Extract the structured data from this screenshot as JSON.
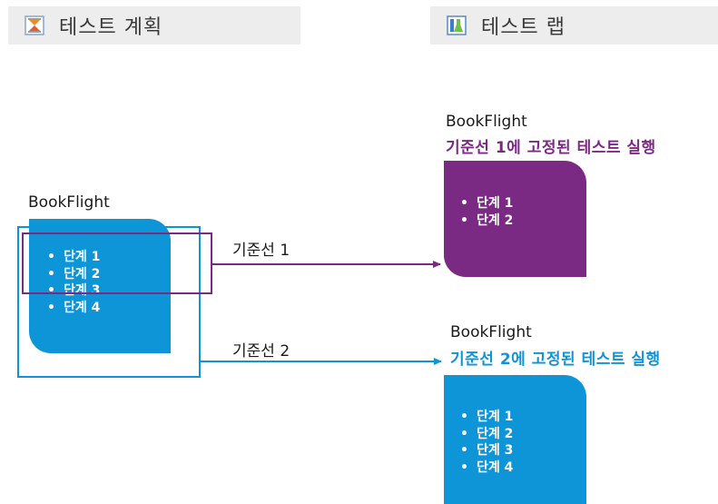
{
  "headers": {
    "plan": {
      "label": "테스트 계획",
      "icon": "test-plan-icon"
    },
    "lab": {
      "label": "테스트 랩",
      "icon": "test-lab-icon"
    }
  },
  "source": {
    "title": "BookFlight",
    "steps": [
      "단계 1",
      "단계 2",
      "단계 3",
      "단계 4"
    ]
  },
  "edges": {
    "baseline1": "기준선 1",
    "baseline2": "기준선 2"
  },
  "target1": {
    "title": "BookFlight",
    "subtitle": "기준선 1에 고정된 테스트 실행",
    "steps": [
      "단계 1",
      "단계 2"
    ]
  },
  "target2": {
    "title": "BookFlight",
    "subtitle": "기준선 2에 고정된 테스트 실행",
    "steps": [
      "단계 1",
      "단계 2",
      "단계 3",
      "단계 4"
    ]
  },
  "colors": {
    "blue": "#0d95d8",
    "purple": "#7b2a84",
    "header_bg": "#ededed"
  }
}
